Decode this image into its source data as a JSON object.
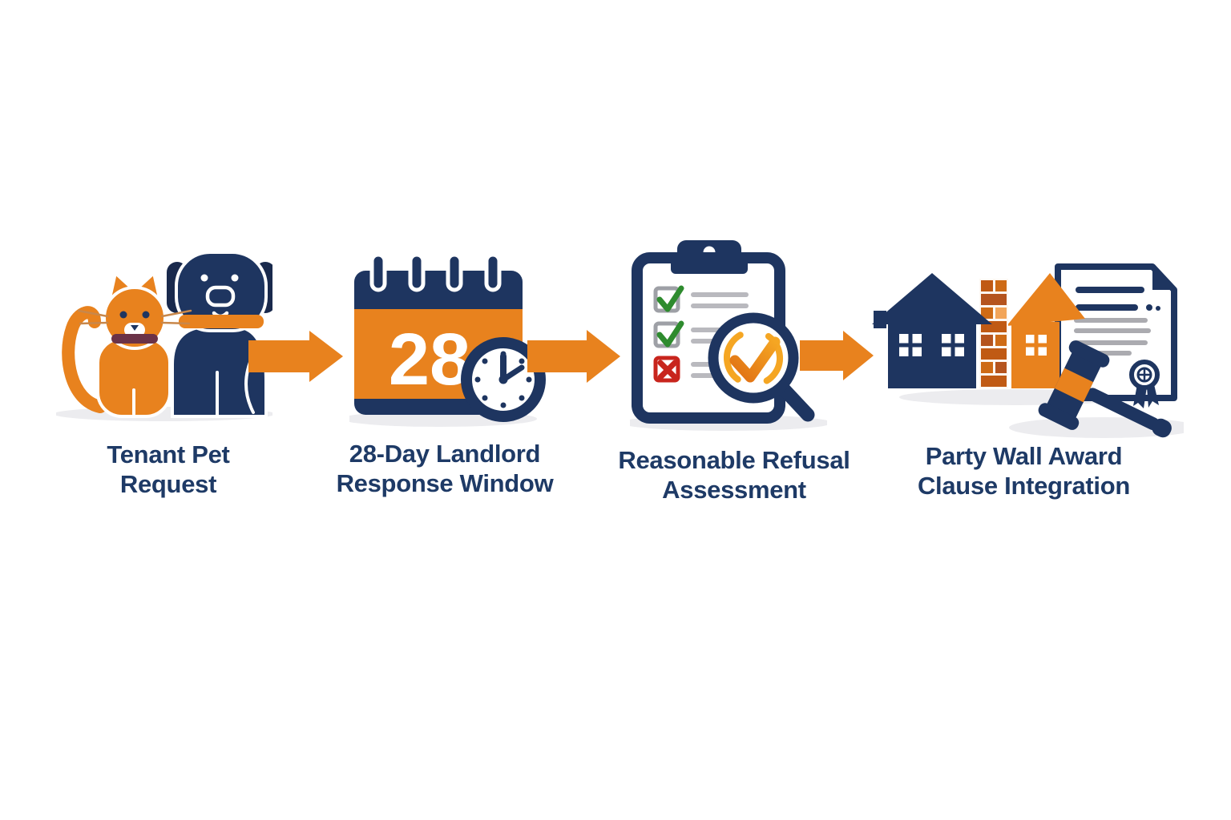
{
  "figure": {
    "type": "process-infographic",
    "background": "#FFFFFF",
    "steps": [
      {
        "label_line1": "Tenant Pet",
        "label_line2": "Request",
        "icons": [
          "cat-icon",
          "dog-icon"
        ]
      },
      {
        "label_line1": "28-Day Landlord",
        "label_line2": "Response Window",
        "icons": [
          "calendar-icon",
          "clock-icon"
        ],
        "calendar_day": "28"
      },
      {
        "label_line1": "Reasonable Refusal",
        "label_line2": "Assessment",
        "icons": [
          "clipboard-checklist-icon",
          "magnifier-check-icon"
        ],
        "checklist": [
          "checked",
          "checked",
          "crossed"
        ]
      },
      {
        "label_line1": "Party Wall Award",
        "label_line2": "Clause Integration",
        "icons": [
          "house-navy-icon",
          "brick-wall-icon",
          "house-orange-icon",
          "document-icon",
          "seal-ribbon-icon",
          "gavel-icon"
        ]
      }
    ],
    "connectors": [
      "arrow-right",
      "arrow-right",
      "arrow-right"
    ],
    "colors": {
      "orange": "#E8821E",
      "navy": "#1E3560",
      "text_navy": "#1E3A66",
      "check_green": "#2E8B2E",
      "cross_red": "#C8251D",
      "line_gray": "#B9B9BE",
      "doc_line_gray": "#ABABB0",
      "brick_brown": "#C05A14",
      "brick_light": "#F2A55A",
      "collar_maroon": "#6B3247",
      "shadow_gray": "#ECECEF",
      "accent_amber": "#F5A623"
    }
  }
}
